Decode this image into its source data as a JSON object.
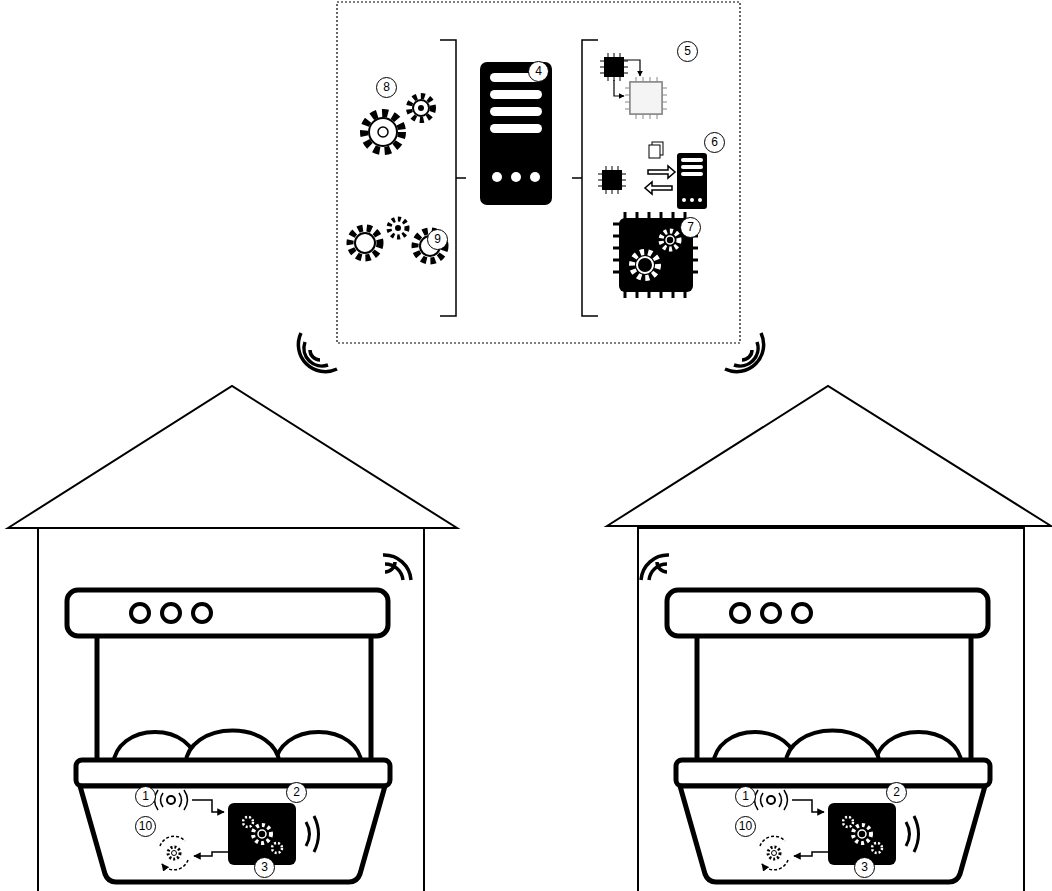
{
  "diagram": {
    "labels": [
      "8",
      "4",
      "5",
      "6",
      "7",
      "9",
      "1",
      "2",
      "10",
      "3",
      "1",
      "2",
      "10",
      "3"
    ]
  }
}
